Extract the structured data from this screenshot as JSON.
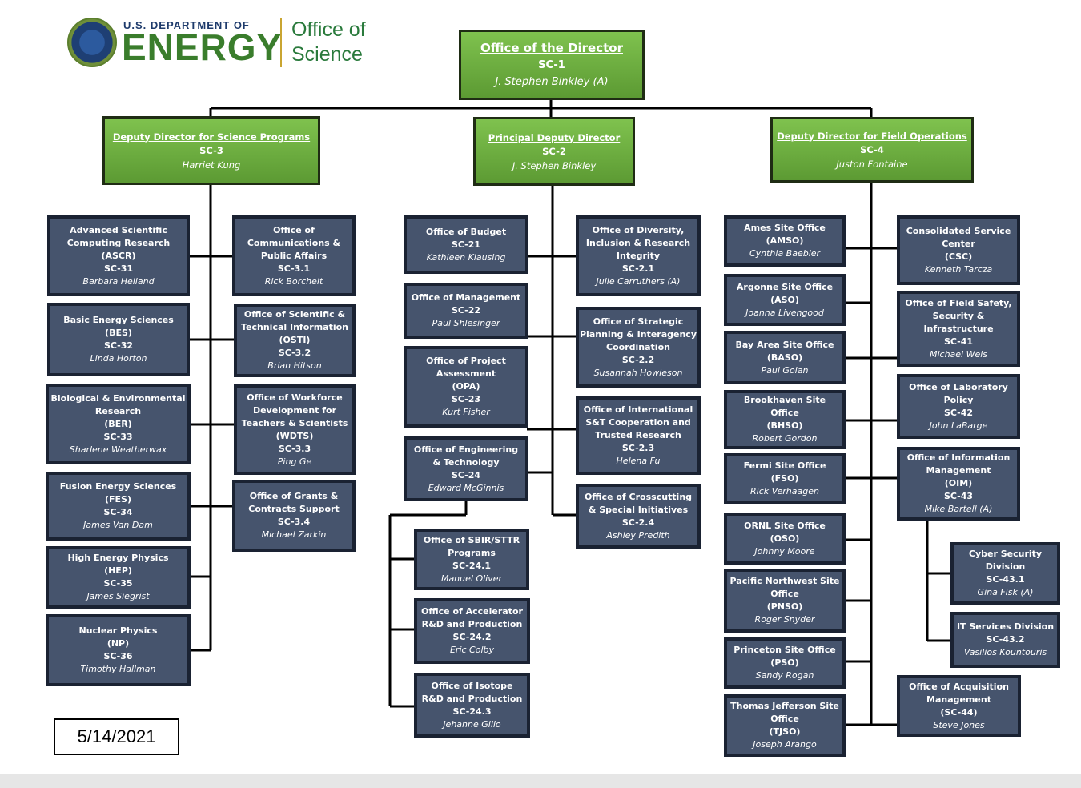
{
  "header": {
    "department_line": "U.S. DEPARTMENT OF",
    "energy_word": "ENERGY",
    "office_line1": "Office of",
    "office_line2": "Science"
  },
  "date": "5/14/2021",
  "colors": {
    "leadership_green": "#6aab3c",
    "office_blue": "#46546d",
    "line": "#000000"
  },
  "director": {
    "title": "Office of the Director",
    "code": "SC-1",
    "person": "J. Stephen Binkley (A)"
  },
  "deputies": {
    "science": {
      "title": "Deputy Director for Science Programs",
      "code": "SC-3",
      "person": "Harriet Kung"
    },
    "principal": {
      "title": "Principal Deputy Director",
      "code": "SC-2",
      "person": "J. Stephen Binkley"
    },
    "field": {
      "title": "Deputy Director for Field Operations",
      "code": "SC-4",
      "person": "Juston Fontaine"
    }
  },
  "science_programs": [
    {
      "lines": [
        "Advanced Scientific",
        "Computing Research",
        "(ASCR)"
      ],
      "code": "SC-31",
      "person": "Barbara Helland"
    },
    {
      "lines": [
        "Basic Energy Sciences",
        "(BES)"
      ],
      "code": "SC-32",
      "person": "Linda Horton"
    },
    {
      "lines": [
        "Biological & Environmental",
        "Research",
        "(BER)"
      ],
      "code": "SC-33",
      "person": "Sharlene Weatherwax"
    },
    {
      "lines": [
        "Fusion Energy Sciences",
        "(FES)"
      ],
      "code": "SC-34",
      "person": "James Van Dam"
    },
    {
      "lines": [
        "High Energy Physics",
        "(HEP)"
      ],
      "code": "SC-35",
      "person": "James Siegrist"
    },
    {
      "lines": [
        "Nuclear Physics",
        "(NP)"
      ],
      "code": "SC-36",
      "person": "Timothy Hallman"
    }
  ],
  "science_support": [
    {
      "lines": [
        "Office of",
        "Communications &",
        "Public Affairs"
      ],
      "code": "SC-3.1",
      "person": "Rick Borchelt"
    },
    {
      "lines": [
        "Office of Scientific &",
        "Technical Information",
        "(OSTI)"
      ],
      "code": "SC-3.2",
      "person": "Brian Hitson"
    },
    {
      "lines": [
        "Office of Workforce",
        "Development for",
        "Teachers & Scientists",
        "(WDTS)"
      ],
      "code": "SC-3.3",
      "person": "Ping Ge"
    },
    {
      "lines": [
        "Office of Grants &",
        "Contracts Support"
      ],
      "code": "SC-3.4",
      "person": "Michael Zarkin"
    }
  ],
  "principal_left": [
    {
      "lines": [
        "Office of Budget"
      ],
      "code": "SC-21",
      "person": "Kathleen Klausing"
    },
    {
      "lines": [
        "Office of Management"
      ],
      "code": "SC-22",
      "person": "Paul Shlesinger"
    },
    {
      "lines": [
        "Office of Project",
        "Assessment",
        "(OPA)"
      ],
      "code": "SC-23",
      "person": "Kurt Fisher"
    },
    {
      "lines": [
        "Office of Engineering",
        "& Technology"
      ],
      "code": "SC-24",
      "person": "Edward McGinnis"
    }
  ],
  "engineering_sub": [
    {
      "lines": [
        "Office of SBIR/STTR",
        "Programs"
      ],
      "code": "SC-24.1",
      "person": "Manuel Oliver"
    },
    {
      "lines": [
        "Office of Accelerator",
        "R&D and Production"
      ],
      "code": "SC-24.2",
      "person": "Eric Colby"
    },
    {
      "lines": [
        "Office of Isotope",
        "R&D and Production"
      ],
      "code": "SC-24.3",
      "person": "Jehanne Gillo"
    }
  ],
  "principal_right": [
    {
      "lines": [
        "Office of Diversity,",
        "Inclusion & Research",
        "Integrity"
      ],
      "code": "SC-2.1",
      "person": "Julie Carruthers (A)"
    },
    {
      "lines": [
        "Office of Strategic",
        "Planning & Interagency",
        "Coordination"
      ],
      "code": "SC-2.2",
      "person": "Susannah Howieson"
    },
    {
      "lines": [
        "Office of International",
        "S&T Cooperation and",
        "Trusted Research"
      ],
      "code": "SC-2.3",
      "person": "Helena Fu"
    },
    {
      "lines": [
        "Office of Crosscutting",
        "& Special Initiatives"
      ],
      "code": "SC-2.4",
      "person": "Ashley Predith"
    }
  ],
  "site_offices": [
    {
      "lines": [
        "Ames Site Office",
        "(AMSO)"
      ],
      "code": "",
      "person": "Cynthia Baebler"
    },
    {
      "lines": [
        "Argonne Site Office",
        "(ASO)"
      ],
      "code": "",
      "person": "Joanna Livengood"
    },
    {
      "lines": [
        "Bay Area Site Office",
        "(BASO)"
      ],
      "code": "",
      "person": "Paul Golan"
    },
    {
      "lines": [
        "Brookhaven Site",
        "Office",
        "(BHSO)"
      ],
      "code": "",
      "person": "Robert Gordon"
    },
    {
      "lines": [
        "Fermi Site Office",
        "(FSO)"
      ],
      "code": "",
      "person": "Rick Verhaagen"
    },
    {
      "lines": [
        "ORNL Site Office",
        "(OSO)"
      ],
      "code": "",
      "person": "Johnny Moore"
    },
    {
      "lines": [
        "Pacific Northwest Site",
        "Office",
        "(PNSO)"
      ],
      "code": "",
      "person": "Roger Snyder"
    },
    {
      "lines": [
        "Princeton Site Office",
        "(PSO)"
      ],
      "code": "",
      "person": "Sandy Rogan"
    },
    {
      "lines": [
        "Thomas Jefferson Site",
        "Office",
        "(TJSO)"
      ],
      "code": "",
      "person": "Joseph Arango"
    }
  ],
  "field_right": [
    {
      "lines": [
        "Consolidated Service",
        "Center",
        "(CSC)"
      ],
      "code": "",
      "person": "Kenneth Tarcza"
    },
    {
      "lines": [
        "Office of Field Safety,",
        "Security &",
        "Infrastructure"
      ],
      "code": "SC-41",
      "person": "Michael Weis"
    },
    {
      "lines": [
        "Office of Laboratory",
        "Policy"
      ],
      "code": "SC-42",
      "person": "John LaBarge"
    },
    {
      "lines": [
        "Office of Information",
        "Management",
        "(OIM)"
      ],
      "code": "SC-43",
      "person": "Mike Bartell (A)"
    },
    {
      "lines": [
        "Office of Acquisition",
        "Management",
        "(SC-44)"
      ],
      "code": "",
      "person": "Steve Jones"
    }
  ],
  "oim_sub": [
    {
      "lines": [
        "Cyber Security",
        "Division"
      ],
      "code": "SC-43.1",
      "person": "Gina Fisk (A)"
    },
    {
      "lines": [
        "IT Services Division"
      ],
      "code": "SC-43.2",
      "person": "Vasilios Kountouris"
    }
  ]
}
